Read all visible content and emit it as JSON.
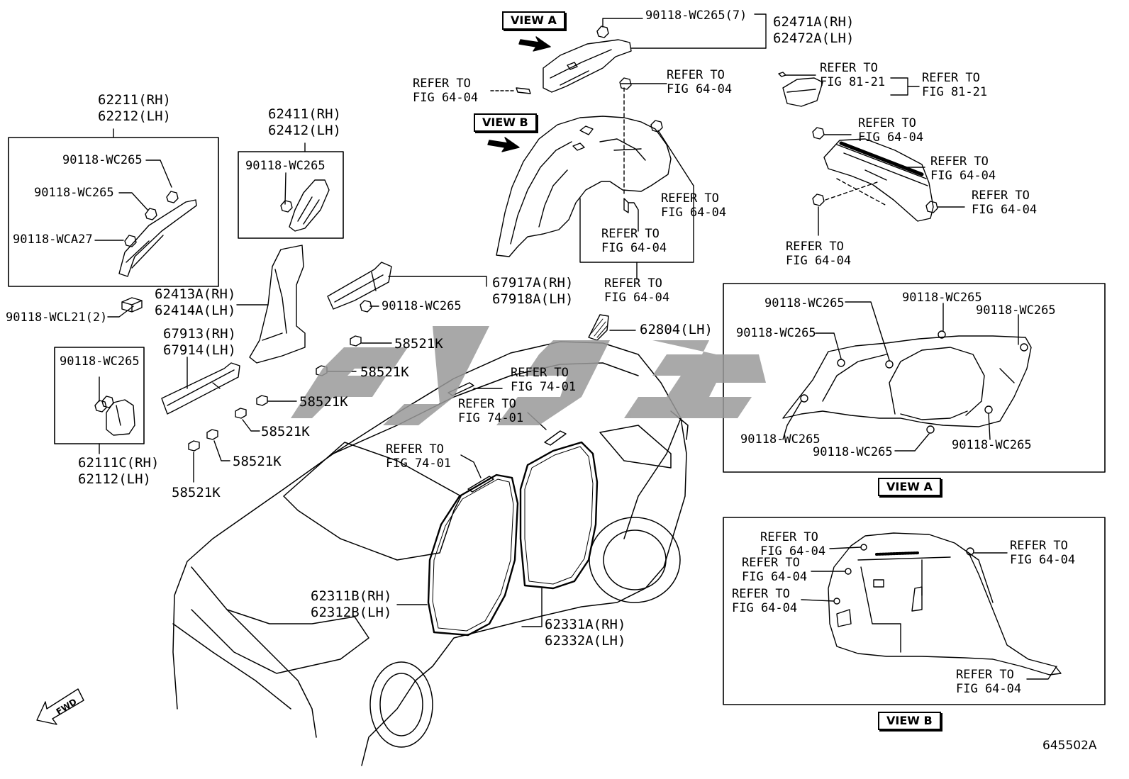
{
  "view_tags": {
    "view_a_top": "VIEW A",
    "view_b_top": "VIEW B",
    "view_a_panel": "VIEW A",
    "view_b_panel": "VIEW B"
  },
  "labels": {
    "p62211": "62211(RH)\n62212(LH)",
    "b1_wc265_a": "90118-WC265",
    "b1_wc265_b": "90118-WC265",
    "b1_wca27": "90118-WCA27",
    "wcl21": "90118-WCL21(2)",
    "p62411": "62411(RH)\n62412(LH)",
    "b2_wc265": "90118-WC265",
    "p62413": "62413A(RH)\n62414A(LH)",
    "p67913": "67913(RH)\n67914(LH)",
    "b3_wc265": "90118-WC265",
    "p62111": "62111C(RH)\n62112(LH)",
    "k1": "58521K",
    "k2": "58521K",
    "k3": "58521K",
    "k4": "58521K",
    "k5": "58521K",
    "k6": "58521K",
    "p67917": "67917A(RH)\n67918A(LH)",
    "w67917": "90118-WC265",
    "top_wc265": "90118-WC265(7)",
    "p62471": "62471A(RH)\n62472A(LH)",
    "ref_top_left": "REFER TO\nFIG 64-04",
    "ref_center_top": "REFER TO\nFIG 64-04",
    "ref_center_right": "REFER TO\nFIG 64-04",
    "ref_center_mid": "REFER TO\nFIG 64-04",
    "ref_center_bottom": "REFER TO\nFIG 64-04",
    "ref_8121_a": "REFER TO\nFIG 81-21",
    "ref_8121_b": "REFER TO\nFIG 81-21",
    "ref_r1": "REFER TO\nFIG 64-04",
    "ref_r2": "REFER TO\nFIG 64-04",
    "ref_r3": "REFER TO\nFIG 64-04",
    "ref_r4": "REFER TO\nFIG 64-04",
    "p62804": "62804(LH)",
    "ref_7401_a": "REFER TO\nFIG 74-01",
    "ref_7401_b": "REFER TO\nFIG 74-01",
    "ref_7401_c": "REFER TO\nFIG 74-01",
    "p62311": "62311B(RH)\n62312B(LH)",
    "p62331": "62331A(RH)\n62332A(LH)",
    "va_1": "90118-WC265",
    "va_2": "90118-WC265",
    "va_3": "90118-WC265",
    "va_4": "90118-WC265",
    "va_5": "90118-WC265",
    "va_6": "90118-WC265",
    "va_7": "90118-WC265",
    "vb_1": "REFER TO\nFIG 64-04",
    "vb_2": "REFER TO\nFIG 64-04",
    "vb_3": "REFER TO\nFIG 64-04",
    "vb_4": "REFER TO\nFIG 64-04",
    "vb_5": "REFER TO\nFIG 64-04"
  },
  "fwd_label": "FWD",
  "diagram_code": "645502A",
  "colors": {
    "line": "#000000",
    "fill": "#ffffff",
    "watermark": "#9a9a9a"
  }
}
